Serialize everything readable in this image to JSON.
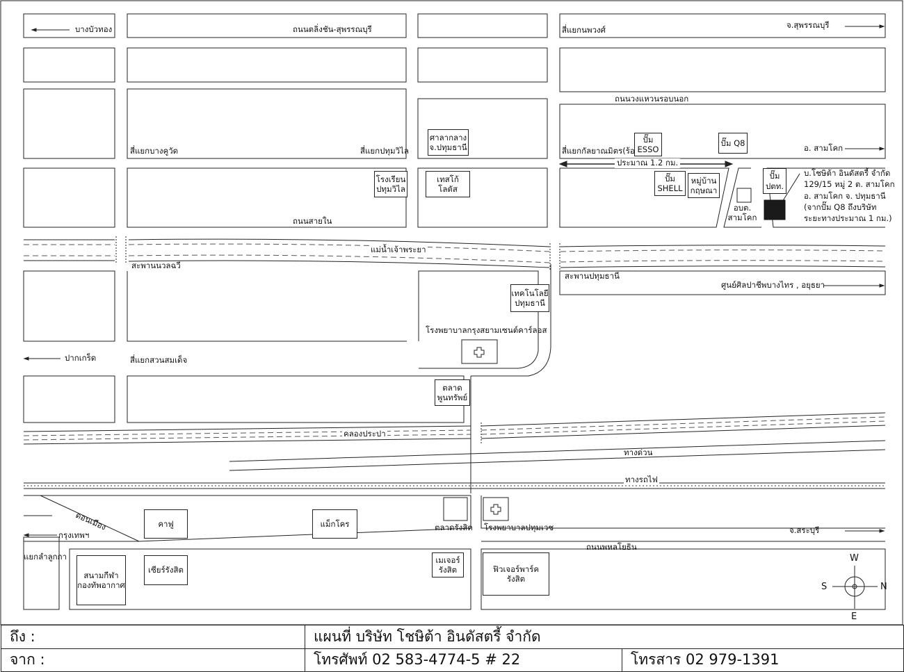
{
  "roads": {
    "north_road": "ถนนตลิ่งชัน-สุพรรณบุรี",
    "outer_ring": "ถนนวงแหวนรอบนอก",
    "sai_nai": "ถนนสายใน",
    "phahonyothin": "ถนนพหลโยธิน",
    "expressway": "ทางด่วน",
    "railway": "ทางรถไฟ",
    "don_mueang": "ดอนเมือง"
  },
  "directions": {
    "bang_bua_thong": "บางบัวทอง",
    "suphanburi": "จ.สุพรรณบุรี",
    "sam_khok": "อ. สามโคก",
    "ayutthaya": "ศูนย์ศิลปาชีพบางไทร , อยุธยา",
    "pak_kret": "ปากเกร็ด",
    "bangkok": "กรุงเทพฯ",
    "saraburi": "จ.สระบุรี"
  },
  "junctions": {
    "nopphawong": "สี่แยกนพวงศ์",
    "bang_khuwat": "สี่แยกบางคูวัด",
    "pathum_wilai": "สี่แยกปทุมวิไล",
    "kanlayanamit": "สี่แยกกัลยาณมิตร(ร้อยศพ)",
    "suan_somdet": "สี่แยกสวนสมเด็จ",
    "lam_luk_ka": "แยกลำลูกกา"
  },
  "water": {
    "chao_phraya": "แม่น้ำเจ้าพระยา",
    "khlong_prapa": "คลองประปา"
  },
  "bridges": {
    "nuanchawi": "สะพานนวลฉวี",
    "pathum_thani": "สะพานปทุมธานี"
  },
  "distance_label": "ประมาณ 1.2 กม.",
  "places": {
    "sala_klang": [
      "ศาลากลาง",
      "จ.ปทุมธานี"
    ],
    "rongrian": [
      "โรงเรียน",
      "ปทุมวิไล"
    ],
    "tesco": [
      "เทสโก้ โลตัส"
    ],
    "esso": [
      "ปั๊ม",
      "ESSO"
    ],
    "q8": [
      "ปั๊ม Q8"
    ],
    "shell": [
      "ปั๊ม",
      "SHELL"
    ],
    "mooban": [
      "หมู่บ้าน",
      "กฤษณา"
    ],
    "ptt": [
      "ปั๊ม",
      "ปตท."
    ],
    "obt": [
      "อบต.",
      "สามโคก"
    ],
    "tech": [
      "เทคโนโลยี",
      "ปทุมธานี"
    ],
    "talad_phun": [
      "ตลาด",
      "พูนทรัพย์"
    ],
    "cafe": [
      "คาฟู"
    ],
    "makro": [
      "แม็กโคร"
    ],
    "talad_rangsit": [
      "ตลาดรังสิต"
    ],
    "major": [
      "เมเจอร์",
      "รังสิต"
    ],
    "future_park": [
      "ฟิวเจอร์พาร์ค รังสิต"
    ],
    "stadium": [
      "สนามกีฬา",
      "กองทัพอากาศ"
    ],
    "zeer": [
      "เซียร์รังสิต"
    ]
  },
  "hospitals": {
    "bangkok_siam": "โรงพยาบาลกรุงสยามเซนต์คาร์ลอส",
    "pathumwet": "โรงพยาบาลปทุมเวช"
  },
  "company_note": [
    "บ.โชษิต้า อินดัสตรี้ จำกัด",
    "129/15 หมู่ 2 ต. สามโคก",
    "อ. สามโคก   จ. ปทุมธานี",
    "(จากปั๊ม Q8    ถึงบริษัท",
    "ระยะทางประมาณ 1 กม.)"
  ],
  "compass": {
    "top": "W",
    "bottom": "E",
    "left": "S",
    "right": "N"
  },
  "footer": {
    "to_label": "ถึง    :",
    "from_label": "จาก   :",
    "title": "แผนที่ บริษัท โชษิต้า อินดัสตรี้ จำกัด",
    "phone": "โทรศัพท์ 02 583-4774-5 # 22",
    "fax": "โทรสาร  02 979-1391"
  },
  "colors": {
    "ink": "#222222",
    "company_block": "#1a1a1a"
  }
}
